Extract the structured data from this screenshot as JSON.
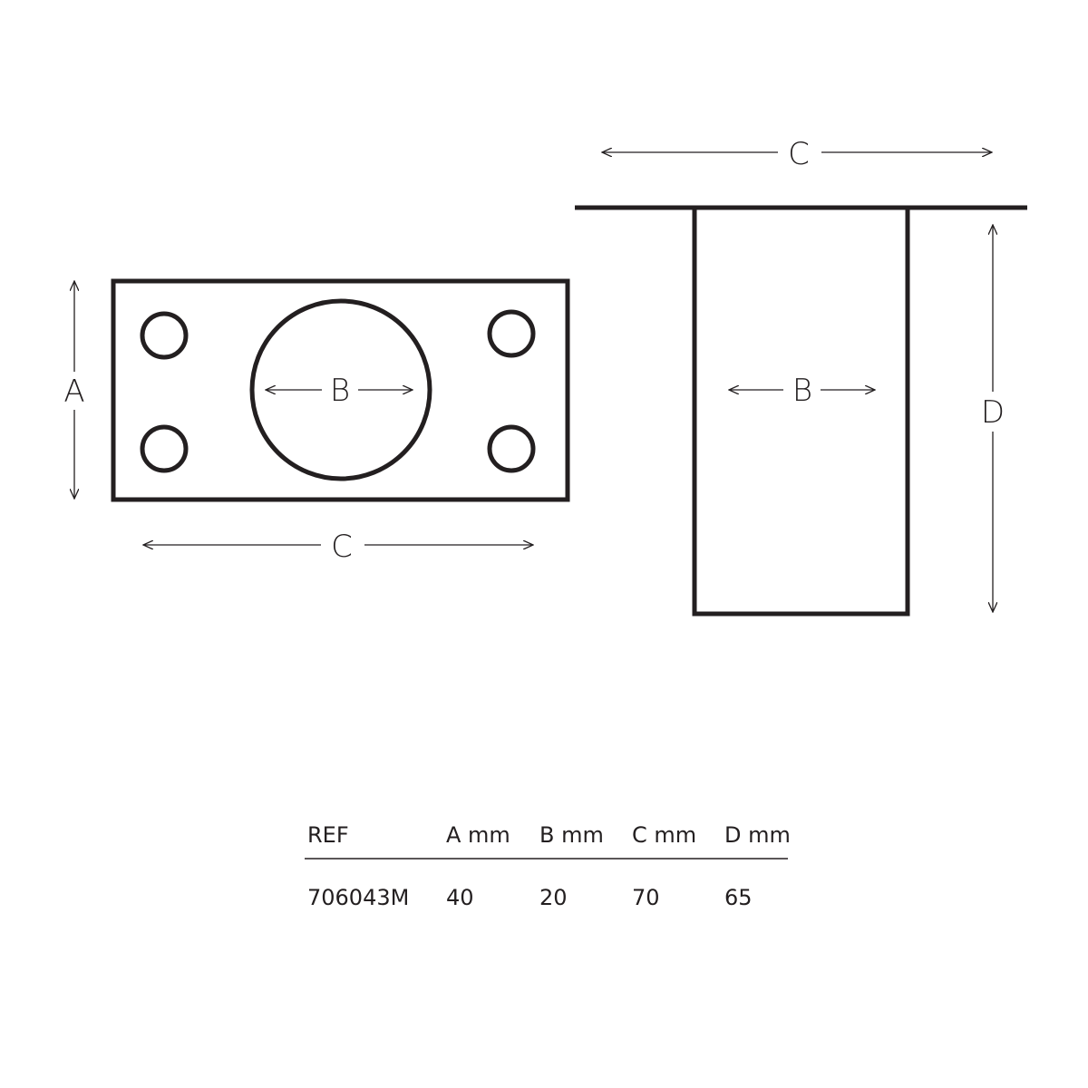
{
  "labels": {
    "A": "A",
    "B": "B",
    "C": "C",
    "D": "D"
  },
  "table": {
    "headers": [
      "REF",
      "A mm",
      "B mm",
      "C mm",
      "D mm"
    ],
    "rows": [
      [
        "706043M",
        "40",
        "20",
        "70",
        "65"
      ]
    ]
  },
  "colors": {
    "ink": "#231f20",
    "background": "#ffffff"
  }
}
